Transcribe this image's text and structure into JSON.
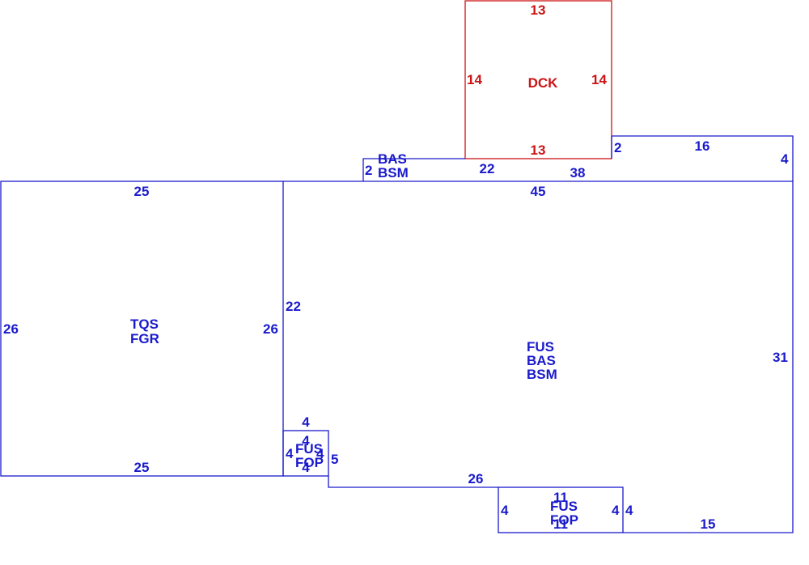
{
  "colors": {
    "main_outline": "#1a1acc",
    "deck_outline": "#cc1414"
  },
  "sections": {
    "deck": {
      "codes": [
        "DCK"
      ],
      "dimensions": {
        "top": "13",
        "bottom": "13",
        "left": "14",
        "right": "14"
      }
    },
    "upper_strip": {
      "codes": [
        "BAS",
        "BSM"
      ],
      "dimensions": {
        "left": "2",
        "top": "22",
        "bottom": "38"
      }
    },
    "upper_right": {
      "dimensions": {
        "left": "2",
        "top": "16",
        "right": "4"
      }
    },
    "garage": {
      "codes": [
        "TQS",
        "FGR"
      ],
      "dimensions": {
        "top": "25",
        "bottom": "25",
        "left": "26",
        "right": "26"
      }
    },
    "main_house": {
      "codes": [
        "FUS",
        "BAS",
        "BSM"
      ],
      "dimensions": {
        "top": "45",
        "right": "31",
        "left": "22",
        "bottom": "26",
        "bottom_right": "15"
      }
    },
    "small_porch": {
      "codes": [
        "FUS",
        "FOP"
      ],
      "dimensions": {
        "top": "4",
        "inner_top": "4",
        "left": "4",
        "right": "4",
        "bottom": "4",
        "side": "5"
      }
    },
    "front_porch": {
      "codes": [
        "FUS",
        "FOP"
      ],
      "dimensions": {
        "top": "11",
        "bottom": "11",
        "left": "4",
        "right": "4",
        "outer_right": "4"
      }
    }
  }
}
